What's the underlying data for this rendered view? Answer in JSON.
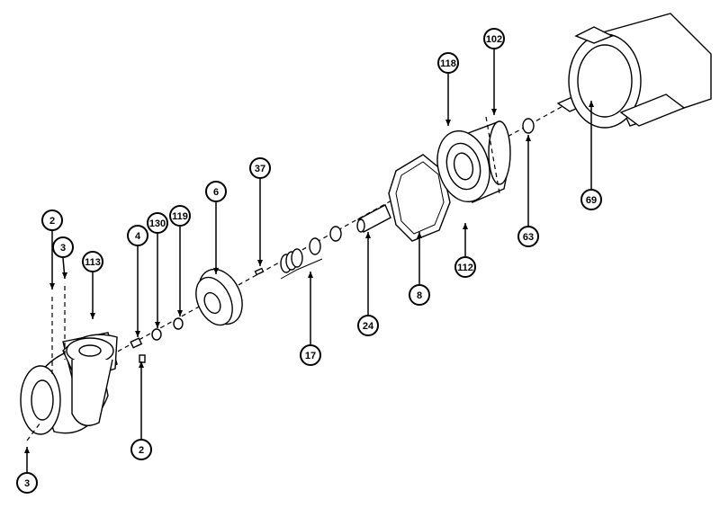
{
  "diagram": {
    "type": "exploded-parts-view",
    "callouts": [
      {
        "label": "2",
        "part": "bolt-top"
      },
      {
        "label": "3",
        "part": "screw-top"
      },
      {
        "label": "113",
        "part": "pump-casing"
      },
      {
        "label": "4",
        "part": "plug"
      },
      {
        "label": "130",
        "part": "o-ring"
      },
      {
        "label": "119",
        "part": "washer"
      },
      {
        "label": "6",
        "part": "impeller"
      },
      {
        "label": "37",
        "part": "key"
      },
      {
        "label": "17",
        "part": "shaft-seal"
      },
      {
        "label": "24",
        "part": "shaft-sleeve"
      },
      {
        "label": "8",
        "part": "gasket"
      },
      {
        "label": "118",
        "part": "adapter"
      },
      {
        "label": "102",
        "part": "screw-adapter"
      },
      {
        "label": "112",
        "part": "bolt-adapter"
      },
      {
        "label": "63",
        "part": "slinger"
      },
      {
        "label": "69",
        "part": "motor"
      },
      {
        "label": "2",
        "part": "bolt-bottom"
      },
      {
        "label": "3",
        "part": "screw-bottom"
      }
    ]
  }
}
